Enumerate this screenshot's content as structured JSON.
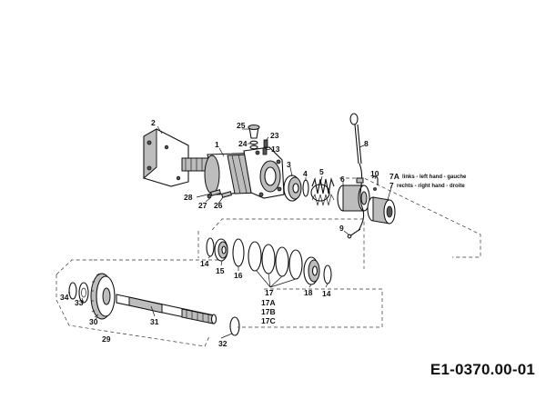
{
  "drawing_code": "E1-0370.00-01",
  "labels": {
    "p1": "1",
    "p2": "2",
    "p3": "3",
    "p4": "4",
    "p5": "5",
    "p6": "6",
    "p7": "7",
    "p7a": "7A",
    "p8": "8",
    "p9": "9",
    "p10": "10",
    "p13": "13",
    "p14a": "14",
    "p14b": "14",
    "p15": "15",
    "p16": "16",
    "p17": "17",
    "p17a": "17A",
    "p17b": "17B",
    "p17c": "17C",
    "p18": "18",
    "p23": "23",
    "p24": "24",
    "p25": "25",
    "p26": "26",
    "p27": "27",
    "p28": "28",
    "p29": "29",
    "p30": "30",
    "p31": "31",
    "p32": "32",
    "p33": "33",
    "p34": "34"
  },
  "notes": {
    "n7a": "links - left hand - gauche",
    "n7": "rechts - right hand - droite"
  }
}
